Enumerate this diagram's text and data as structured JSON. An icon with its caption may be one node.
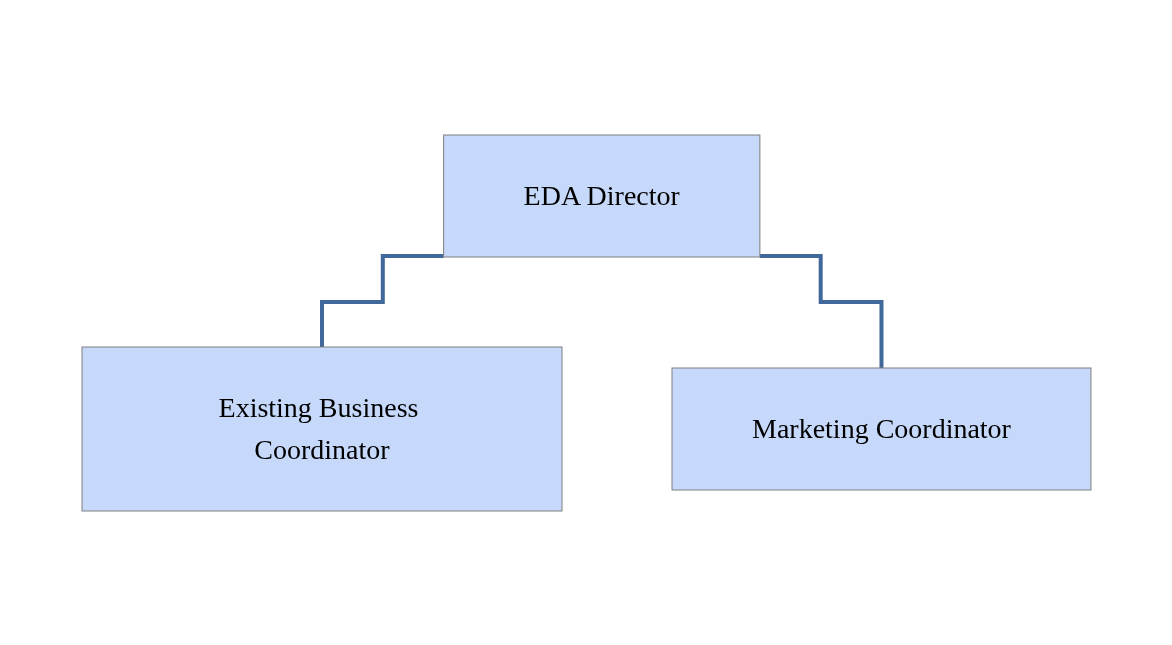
{
  "diagram": {
    "nodes": [
      {
        "text": [
          "EDA Director"
        ]
      },
      {
        "text": [
          "Existing Business Coordinator"
        ]
      },
      {
        "text": [
          "Marketing Coordinator"
        ]
      }
    ],
    "edges": [
      {
        "from": 0,
        "to": 1,
        "arrow": "none"
      },
      {
        "from": 0,
        "to": 2,
        "arrow": "none"
      }
    ]
  }
}
